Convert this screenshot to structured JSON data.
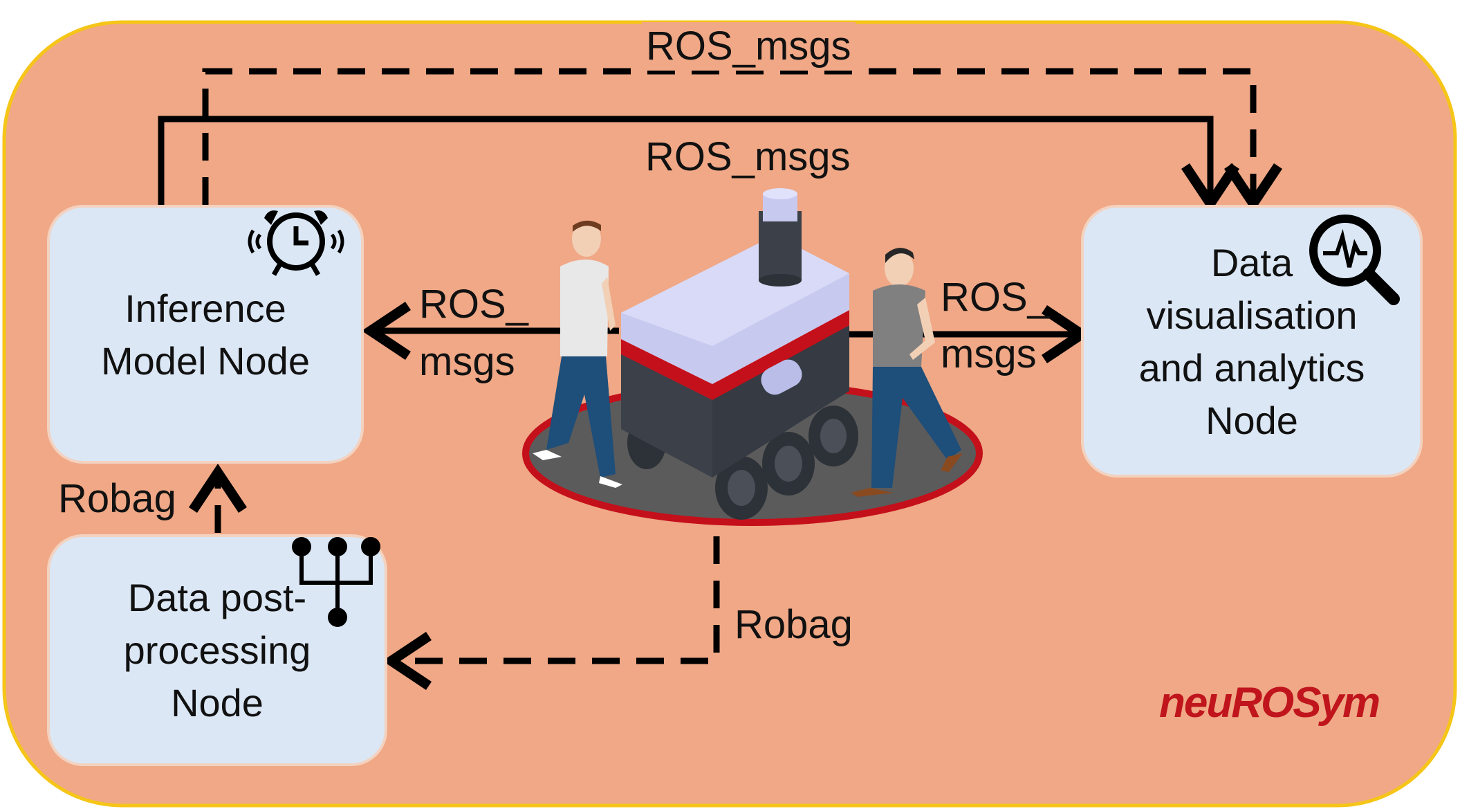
{
  "nodes": {
    "inference": {
      "line1": "Inference",
      "line2": "Model Node",
      "icon": "alarm-clock-icon"
    },
    "postprocessing": {
      "line1": "Data post-",
      "line2": "processing",
      "line3": "Node",
      "icon": "branch-network-icon"
    },
    "visualisation": {
      "line1": "Data",
      "line2": "visualisation",
      "line3": "and analytics",
      "line4": "Node",
      "icon": "magnifier-waveform-icon"
    }
  },
  "connections": {
    "top_dashed": "ROS_msgs",
    "top_solid": "ROS_msgs",
    "to_inference_part1": "ROS_",
    "to_inference_part2": "msgs",
    "to_visualisation_part1": "ROS_",
    "to_visualisation_part2": "msgs",
    "robot_to_postprocessing": "Robag",
    "postprocessing_to_inference": "Robag"
  },
  "brand": {
    "name": "neuROSym",
    "color": "#c0151c"
  },
  "colors": {
    "container_fill": "#f0a886",
    "container_border": "#f5c518",
    "node_fill": "#dbe7f5",
    "arrows": "#000000"
  }
}
